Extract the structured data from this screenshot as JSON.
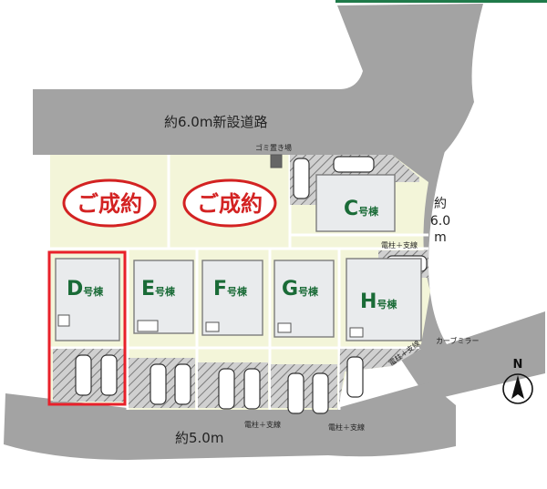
{
  "roads": {
    "north_road_label": "約6.0m新設道路",
    "east_road_label_1": "約",
    "east_road_label_2": "6.0",
    "east_road_label_3": "m",
    "south_road_label": "約5.0m"
  },
  "lots": {
    "C": {
      "letter": "C",
      "suffix": "号棟"
    },
    "D": {
      "letter": "D",
      "suffix": "号棟"
    },
    "E": {
      "letter": "E",
      "suffix": "号棟"
    },
    "F": {
      "letter": "F",
      "suffix": "号棟"
    },
    "G": {
      "letter": "G",
      "suffix": "号棟"
    },
    "H": {
      "letter": "H",
      "suffix": "号棟"
    }
  },
  "badges": {
    "sold_1": "ご成約",
    "sold_2": "ご成約"
  },
  "annotations": {
    "garbage": "ゴミ置き場",
    "pole_c": "電柱＋支線",
    "pole_h": "電柱＋支線",
    "curve_mirror": "カーブミラー",
    "pole_south_1": "電柱＋支線",
    "pole_south_2": "電柱＋支線"
  },
  "compass": {
    "label": "N"
  },
  "colors": {
    "road": "#a3a3a3",
    "lot": "#f3f5d9",
    "lot_border": "#ffffff",
    "house": "#e9ebed",
    "house_border": "#7c7c7c",
    "lot_text": "#1a6b37",
    "badge_red": "#d32222",
    "highlight": "#e8202a",
    "accent_top": "#1f7a4a"
  }
}
